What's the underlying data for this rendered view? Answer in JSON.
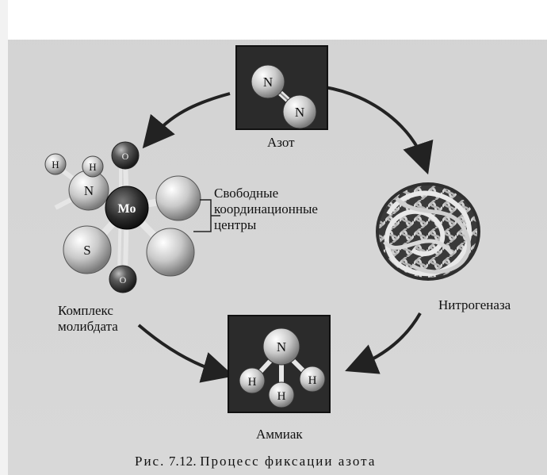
{
  "labels": {
    "nitrogen": "Азот",
    "free_centers_line1": "Свободные",
    "free_centers_line2": "координационные",
    "free_centers_line3": "центры",
    "nitrogenase": "Нитрогеназа",
    "molybdate_line1": "Комплекс",
    "molybdate_line2": "молибдата",
    "ammonia": "Аммиак"
  },
  "atoms": {
    "n": "N",
    "h": "H",
    "mo": "Mo",
    "s": "S",
    "o": "O"
  },
  "caption": {
    "prefix": "Рис.",
    "number": "7.12.",
    "text": "Процесс фиксации азота"
  }
}
